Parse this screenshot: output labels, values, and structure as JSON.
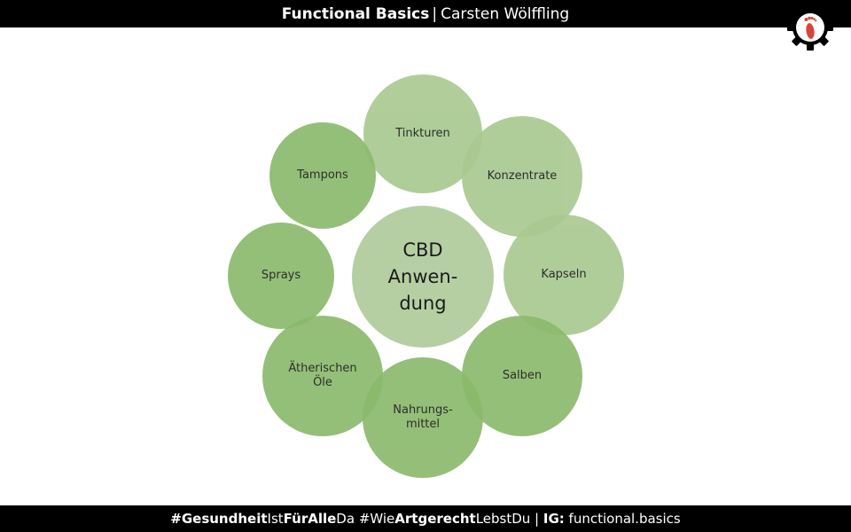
{
  "header": {
    "brand": "Functional Basics",
    "separator": "|",
    "author": "Carsten Wölffling"
  },
  "footer": {
    "parts": [
      {
        "text": "#Gesundheit",
        "bold": true
      },
      {
        "text": "Ist",
        "bold": false
      },
      {
        "text": "FürAlle",
        "bold": true
      },
      {
        "text": "Da ",
        "bold": false
      },
      {
        "text": "#Wie",
        "bold": false
      },
      {
        "text": "Artgerecht",
        "bold": true
      },
      {
        "text": "LebstDu | ",
        "bold": false
      },
      {
        "text": "IG:",
        "bold": true
      },
      {
        "text": " functional.basics",
        "bold": false
      }
    ]
  },
  "logo": {
    "icon": "footprint-gear-icon",
    "gear_color": "#000000",
    "foot_color": "#d9443b"
  },
  "diagram": {
    "center": {
      "label": "CBD\nAnwen-\ndung",
      "color": "#b5cfa2"
    },
    "colors": {
      "light": "#a9c991",
      "dark": "#8cba6d"
    },
    "items": [
      {
        "name": "tinkturen",
        "label": "Tinkturen",
        "shade": "light"
      },
      {
        "name": "konzentrate",
        "label": "Konzentrate",
        "shade": "light"
      },
      {
        "name": "kapseln",
        "label": "Kapseln",
        "shade": "light"
      },
      {
        "name": "salben",
        "label": "Salben",
        "shade": "dark"
      },
      {
        "name": "nahrungsmittel",
        "label": "Nahrungs-\nmittel",
        "shade": "dark"
      },
      {
        "name": "aetherischen-oele",
        "label": "Ätherischen\nÖle",
        "shade": "dark"
      },
      {
        "name": "sprays",
        "label": "Sprays",
        "shade": "dark"
      },
      {
        "name": "tampons",
        "label": "Tampons",
        "shade": "dark"
      }
    ]
  }
}
